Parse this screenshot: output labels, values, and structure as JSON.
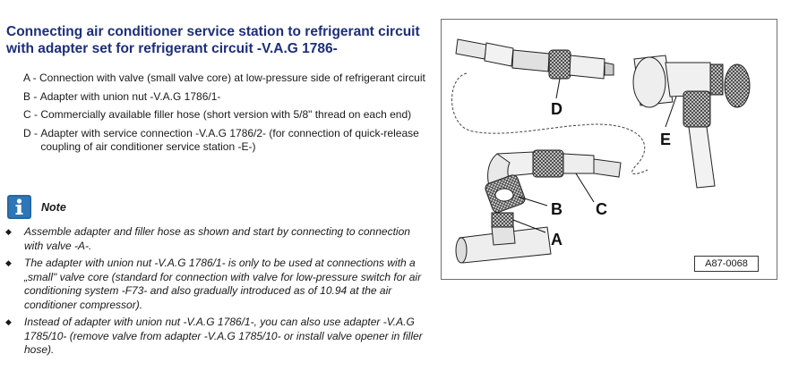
{
  "title": "Connecting air conditioner service station to refrigerant circuit with adapter set for refrigerant circuit -V.A.G 1786-",
  "legend": [
    {
      "key": "A",
      "text": "Connection with valve (small valve core) at low-pressure side of refrigerant circuit"
    },
    {
      "key": "B",
      "text": "Adapter with union nut -V.A.G 1786/1-"
    },
    {
      "key": "C",
      "text": "Commercially available filler hose (short version with 5/8\" thread on each end)"
    },
    {
      "key": "D",
      "text": "Adapter with service connection -V.A.G 1786/2- (for connection of quick-release coupling of air conditioner service station -E-)"
    }
  ],
  "note": {
    "label": "Note",
    "icon": "info-icon"
  },
  "bullets": [
    "Assemble adapter and filler hose as shown and start by connecting to connection with valve -A-.",
    "The adapter with union nut -V.A.G 1786/1- is only to be used at connections with a „small\" valve core (standard for connection with valve for low-pressure switch for air conditioning system -F73- and also gradually introduced as of 10.94 at the air conditioner compressor).",
    "Instead of adapter with union nut -V.A.G 1786/1-, you can also use adapter -V.A.G 1785/10- (remove valve from adapter -V.A.G 1785/10- or install valve opener in filler hose)."
  ],
  "figure": {
    "code": "A87-0068",
    "labels": {
      "a": "A",
      "b": "B",
      "c": "C",
      "d": "D",
      "e": "E"
    }
  },
  "colors": {
    "title": "#1c2f78",
    "note_icon": "#2d77b8",
    "frame": "#6f6f6f"
  }
}
